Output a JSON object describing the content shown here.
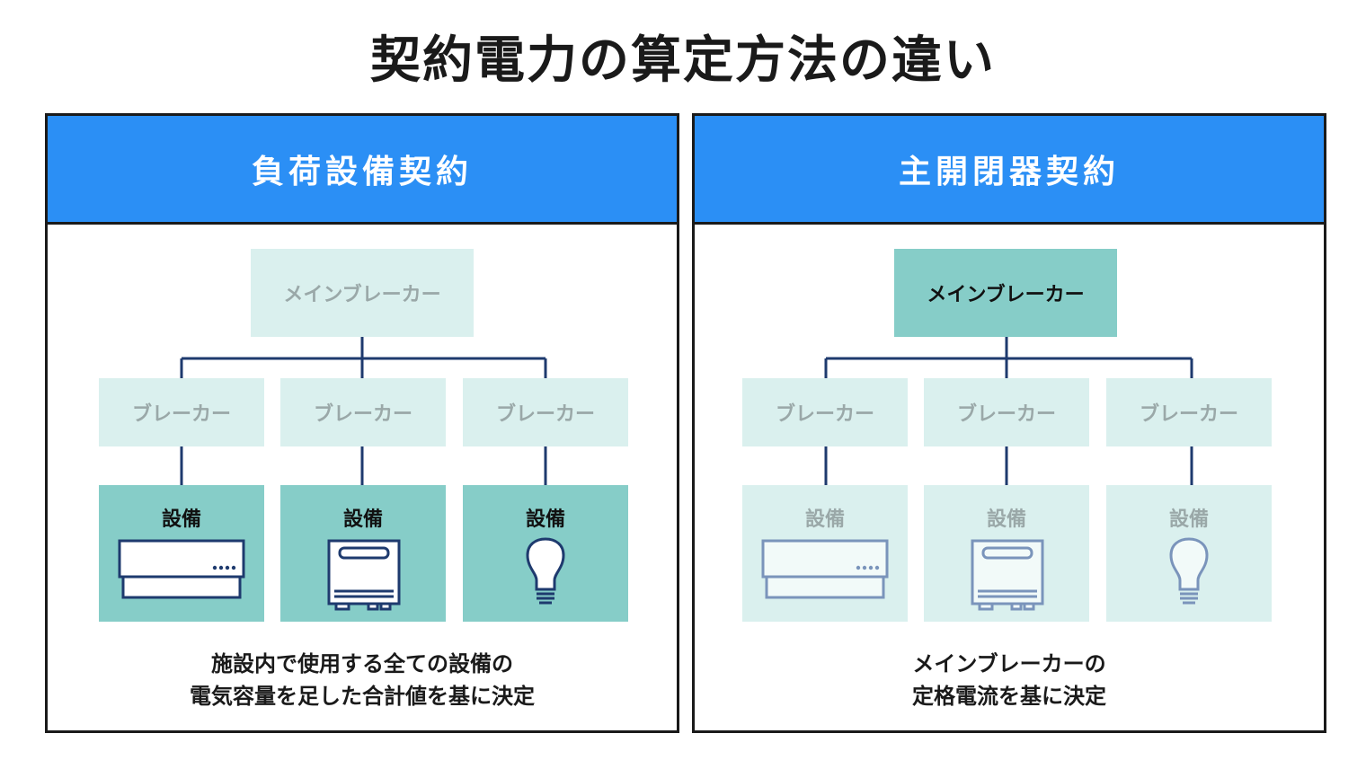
{
  "title": "契約電力の算定方法の違い",
  "panels": [
    {
      "heading": "負荷設備契約",
      "main_breaker": "メインブレーカー",
      "breakers": [
        "ブレーカー",
        "ブレーカー",
        "ブレーカー"
      ],
      "equipment": [
        "設備",
        "設備",
        "設備"
      ],
      "caption_line1": "施設内で使用する全ての設備の",
      "caption_line2": "電気容量を足した合計値を基に決定"
    },
    {
      "heading": "主開閉器契約",
      "main_breaker": "メインブレーカー",
      "breakers": [
        "ブレーカー",
        "ブレーカー",
        "ブレーカー"
      ],
      "equipment": [
        "設備",
        "設備",
        "設備"
      ],
      "caption_line1": "メインブレーカーの",
      "caption_line2": "定格電流を基に決定"
    }
  ],
  "icons": [
    "air-conditioner-icon",
    "water-heater-icon",
    "light-bulb-icon"
  ],
  "colors": {
    "header_blue": "#2b8ff5",
    "highlight_teal": "#86cdc8",
    "dim_teal": "#daf0ee",
    "connector_navy": "#1e3a6e",
    "dim_text": "#9aa8a8"
  }
}
